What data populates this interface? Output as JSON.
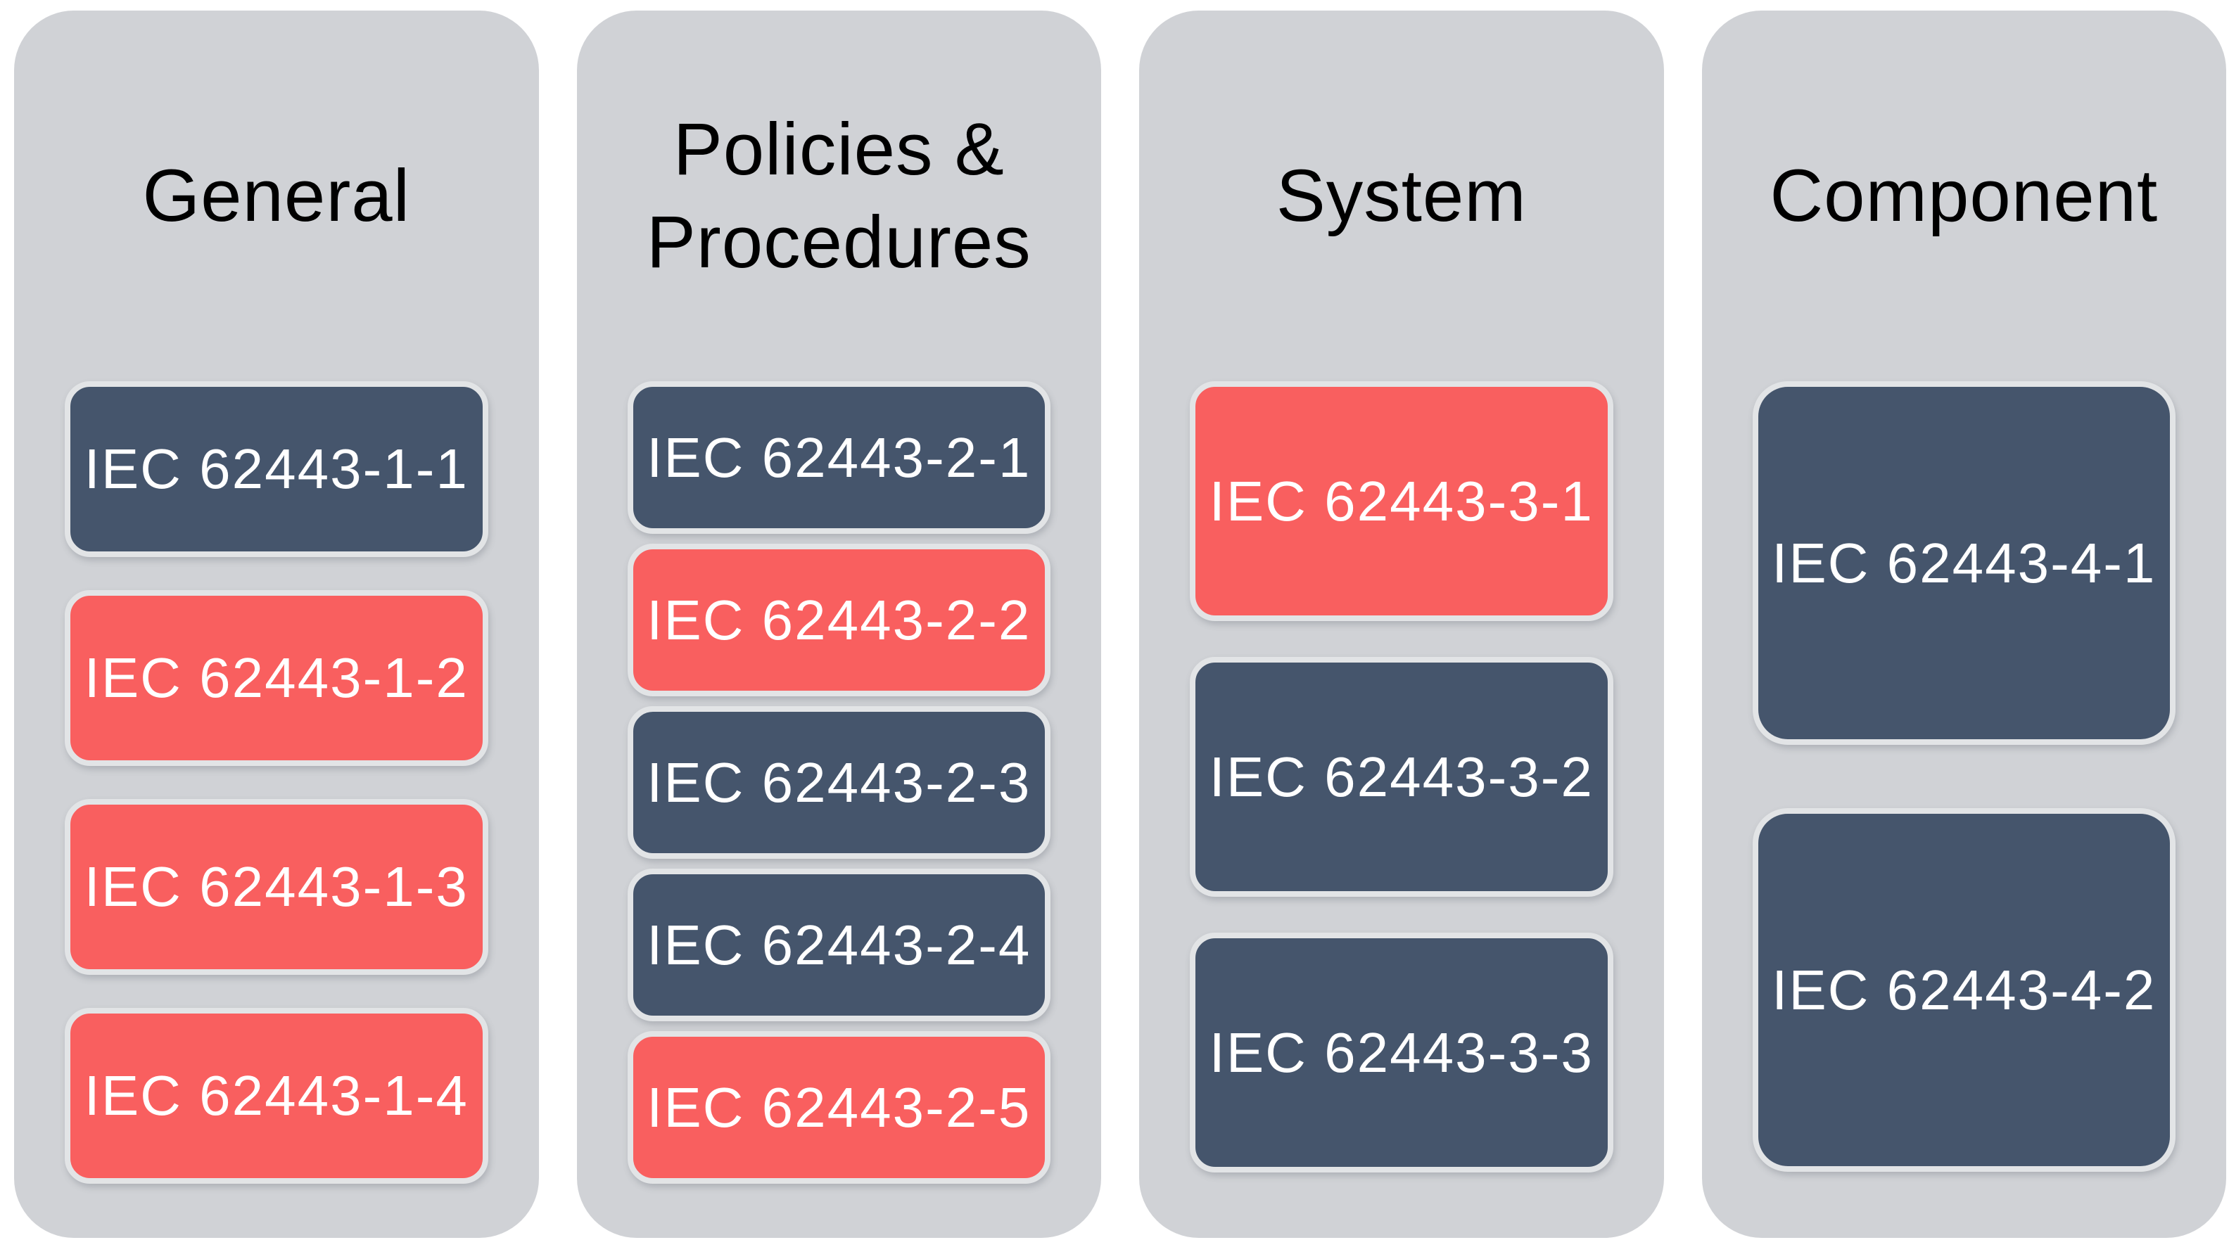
{
  "colors": {
    "page_background": "#ffffff",
    "column_background": "#d0d2d6",
    "dark_box": "#45556c",
    "red_box": "#f95f5f",
    "box_border": "#e2e4e6",
    "box_text": "#ffffff",
    "title_text": "#000000"
  },
  "columns": [
    {
      "title": "General",
      "boxes": [
        {
          "label": "IEC 62443-1-1",
          "variant": "dark"
        },
        {
          "label": "IEC 62443-1-2",
          "variant": "red"
        },
        {
          "label": "IEC 62443-1-3",
          "variant": "red"
        },
        {
          "label": "IEC 62443-1-4",
          "variant": "red"
        }
      ]
    },
    {
      "title": "Policies & Procedures",
      "boxes": [
        {
          "label": "IEC 62443-2-1",
          "variant": "dark"
        },
        {
          "label": "IEC 62443-2-2",
          "variant": "red"
        },
        {
          "label": "IEC 62443-2-3",
          "variant": "dark"
        },
        {
          "label": "IEC 62443-2-4",
          "variant": "dark"
        },
        {
          "label": "IEC 62443-2-5",
          "variant": "red"
        }
      ]
    },
    {
      "title": "System",
      "boxes": [
        {
          "label": "IEC 62443-3-1",
          "variant": "red"
        },
        {
          "label": "IEC 62443-3-2",
          "variant": "dark"
        },
        {
          "label": "IEC 62443-3-3",
          "variant": "dark"
        }
      ]
    },
    {
      "title": "Component",
      "boxes": [
        {
          "label": "IEC 62443-4-1",
          "variant": "dark"
        },
        {
          "label": "IEC 62443-4-2",
          "variant": "dark"
        }
      ]
    }
  ]
}
